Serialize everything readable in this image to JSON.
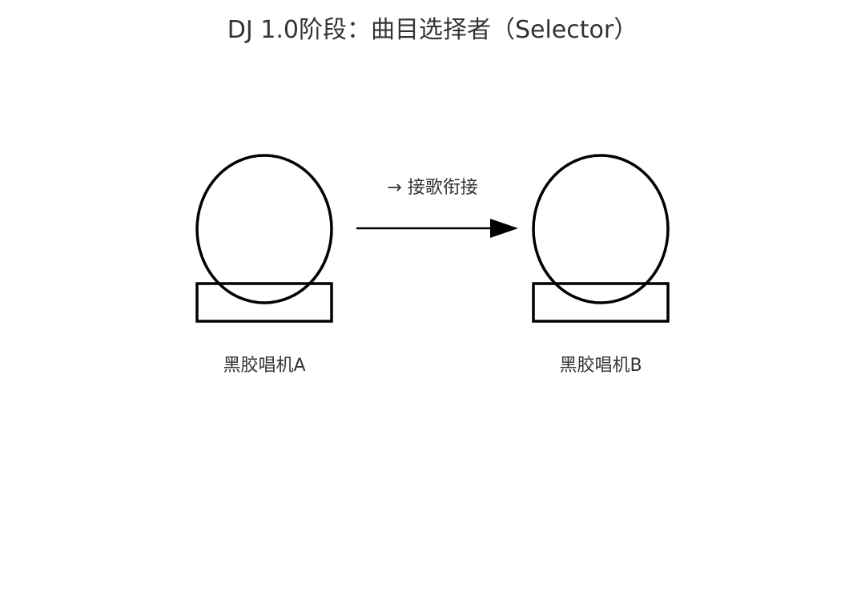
{
  "title": "DJ 1.0阶段：曲目选择者（Selector）",
  "arrow_label": "→ 接歌衔接",
  "turntables": [
    {
      "label": "黑胶唱机A"
    },
    {
      "label": "黑胶唱机B"
    }
  ]
}
